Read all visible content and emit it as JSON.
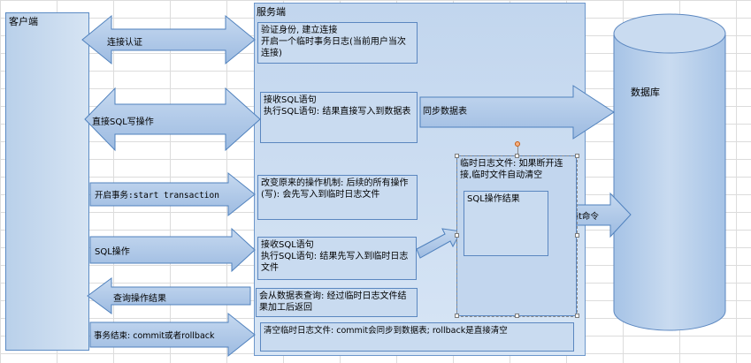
{
  "client": {
    "label": "客户端"
  },
  "server": {
    "label": "服务端"
  },
  "database": {
    "label": "数据库"
  },
  "arrows": {
    "connect_auth": "连接认证",
    "direct_sql_write": "直接SQL写操作",
    "start_transaction": "开启事务:start transaction",
    "sql_operation": "SQL操作",
    "query_result": "查询操作结果",
    "transaction_end": "事务结束: commit或者rollback",
    "sync_table": "同步数据表",
    "commit_cmd": "commit命令"
  },
  "boxes": {
    "auth": "验证身份, 建立连接\n开启一个临时事务日志(当前用户当次连接)",
    "direct_write": "接收SQL语句\n执行SQL语句: 结果直接写入到数据表",
    "mechanism": "改变原来的操作机制: 后续的所有操作(写): 会先写入到临时日志文件",
    "temp_write": "接收SQL语句\n执行SQL语句: 结果先写入到临时日志文件",
    "query": "会从数据表查询: 经过临时日志文件结果加工后返回",
    "clear_log": "清空临时日志文件: commit会同步到数据表; rollback是直接清空",
    "temp_log_file": "临时日志文件: 如果断开连接,临时文件自动清空",
    "sql_result": "SQL操作结果"
  },
  "colors": {
    "shape_fill": "#a9c4e6",
    "shape_stroke": "#4f81bd",
    "box_fill": "#c9dbf0",
    "panel_fill": "#c2d6ee"
  }
}
